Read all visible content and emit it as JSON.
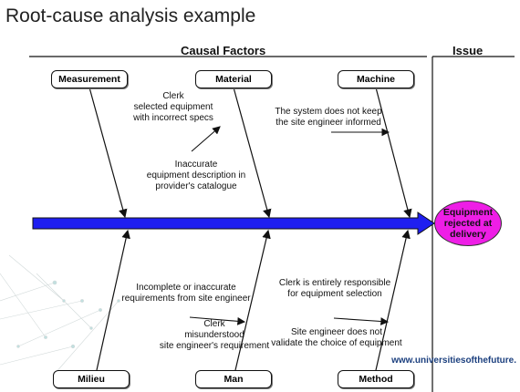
{
  "title": "Root-cause analysis example",
  "headers": {
    "causal_factors": "Causal Factors",
    "issue": "Issue"
  },
  "categories": {
    "measurement": "Measurement",
    "material": "Material",
    "machine": "Machine",
    "milieu": "Milieu",
    "man": "Man",
    "method": "Method"
  },
  "causes": {
    "clerk_specs": "Clerk\nselected equipment\nwith incorrect specs",
    "inaccurate_description": "Inaccurate\nequipment description in\nprovider's catalogue",
    "system_not_inform": "The system does not keep\nthe site engineer informed",
    "incomplete_requirements": "Incomplete or inaccurate\nrequirements from site engineer",
    "clerk_misunderstood": "Clerk\nmisunderstood\nsite engineer's requirement",
    "clerk_responsible": "Clerk is entirely responsible\nfor equipment selection",
    "engineer_not_validate": "Site engineer does not\nvalidate the choice of equipment"
  },
  "issue": "Equipment\nrejected at\ndelivery",
  "website": "www.universitiesofthefuture.",
  "colors": {
    "spine": "#1f1ff0",
    "issue_fill": "#ee1ee6",
    "website": "#1b3f7e"
  }
}
